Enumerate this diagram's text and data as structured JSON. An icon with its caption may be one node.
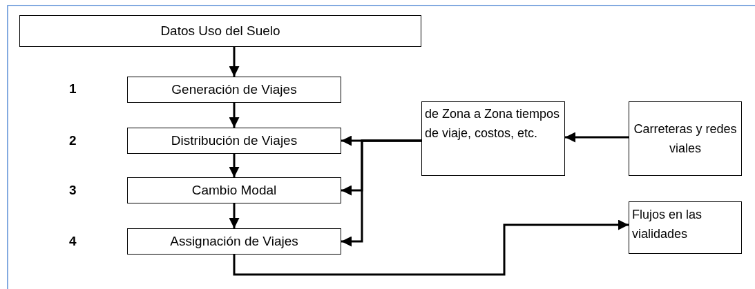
{
  "diagram": {
    "nodes": [
      {
        "text": [
          "Datos Uso del Suelo"
        ]
      },
      {
        "text": [
          "Generación de Viajes"
        ]
      },
      {
        "text": [
          "Distribución de Viajes"
        ]
      },
      {
        "text": [
          "Cambio Modal"
        ]
      },
      {
        "text": [
          "Assignación de Viajes"
        ]
      },
      {
        "text": [
          "de Zona a Zona tiempos de viaje, costos, etc."
        ]
      },
      {
        "text": [
          "Carreteras y redes viales"
        ]
      },
      {
        "text": [
          "Flujos en las vialidades"
        ]
      }
    ],
    "edges": [
      {
        "from": 0,
        "to": 1,
        "arrow": "to"
      },
      {
        "from": 1,
        "to": 2,
        "arrow": "to"
      },
      {
        "from": 2,
        "to": 3,
        "arrow": "to"
      },
      {
        "from": 3,
        "to": 4,
        "arrow": "to"
      },
      {
        "from": 6,
        "to": 5,
        "arrow": "to"
      },
      {
        "from": 5,
        "to": 2,
        "arrow": "to"
      },
      {
        "from": 5,
        "to": 3,
        "arrow": "to"
      },
      {
        "from": 5,
        "to": 4,
        "arrow": "to"
      },
      {
        "from": 4,
        "to": 7,
        "arrow": "to"
      }
    ],
    "labels": [
      "1",
      "2",
      "3",
      "4"
    ]
  }
}
